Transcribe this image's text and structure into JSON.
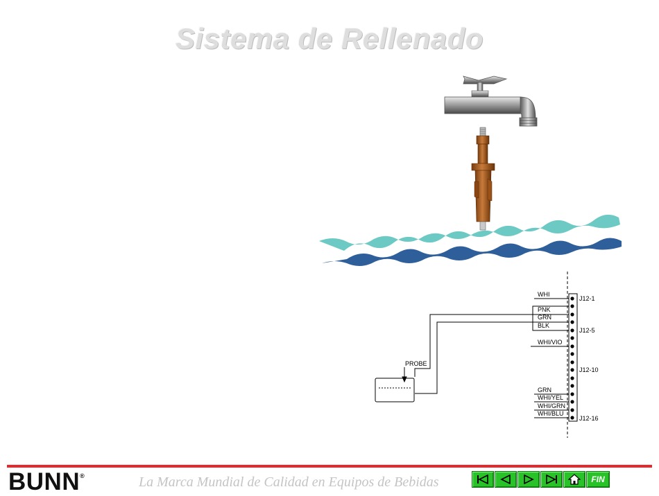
{
  "title": "Sistema de Rellenado",
  "footer": {
    "brand": "BUNN",
    "tagline": "La Marca Mundial de Calidad en Equipos de Bebidas",
    "fin_label": "FIN",
    "accent_color": "#e8282b",
    "button_color": "#29c229"
  },
  "diagram": {
    "probe_label": "PROBE",
    "left_wires": [
      "WHI",
      "PNK",
      "GRN",
      "BLK",
      "WHI/VIO"
    ],
    "right_wires": [
      "GRN",
      "WHI/YEL",
      "WHI/GRN",
      "WHI/BLU"
    ],
    "pins": [
      "J12-1",
      "J12-5",
      "J12-10",
      "J12-16"
    ]
  }
}
